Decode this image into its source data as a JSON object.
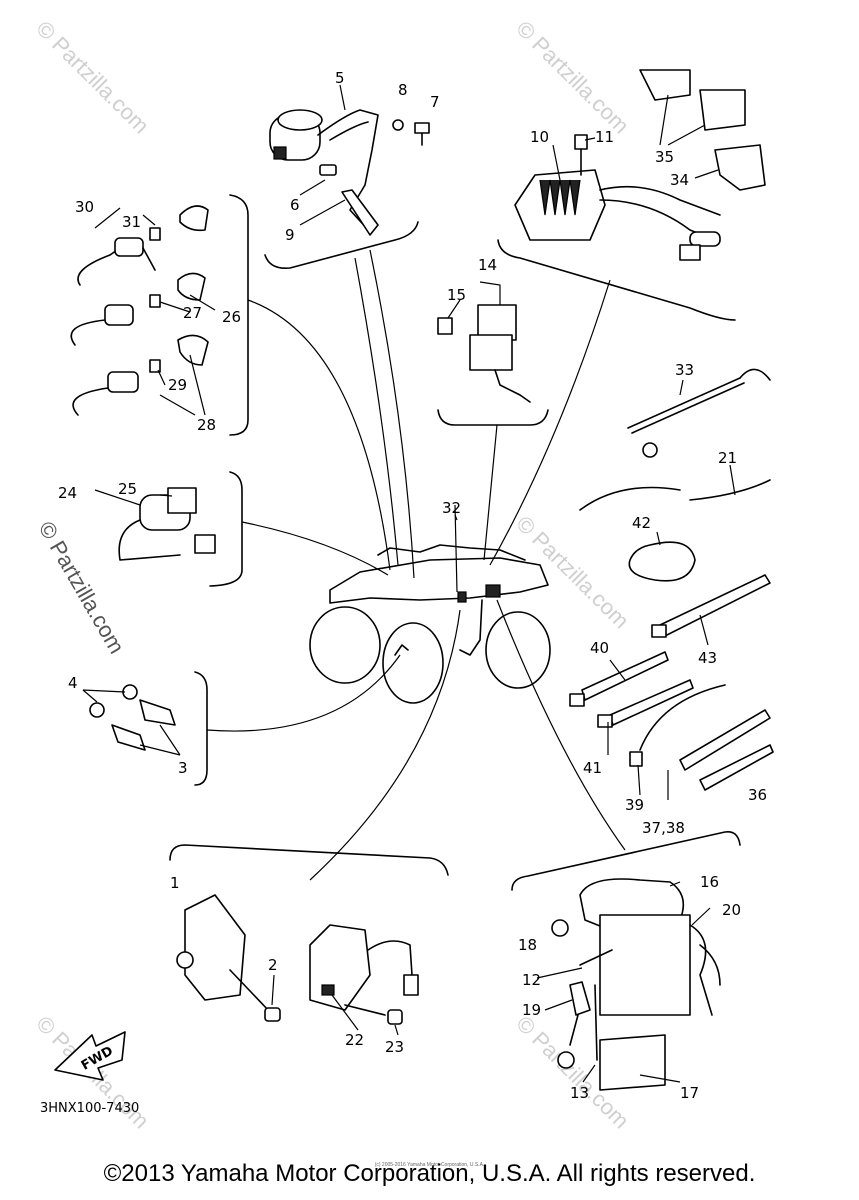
{
  "diagram": {
    "part_labels": {
      "p1": "1",
      "p2": "2",
      "p3": "3",
      "p4": "4",
      "p5": "5",
      "p6": "6",
      "p7": "7",
      "p8": "8",
      "p9": "9",
      "p10": "10",
      "p11": "11",
      "p12": "12",
      "p13": "13",
      "p14": "14",
      "p15": "15",
      "p16": "16",
      "p17": "17",
      "p18": "18",
      "p19": "19",
      "p20": "20",
      "p21": "21",
      "p22": "22",
      "p23": "23",
      "p24": "24",
      "p25": "25",
      "p26": "26",
      "p27": "27",
      "p28": "28",
      "p29": "29",
      "p30": "30",
      "p31": "31",
      "p32": "32",
      "p33": "33",
      "p34": "34",
      "p35": "35",
      "p36": "36",
      "p3738": "37,38",
      "p39": "39",
      "p40": "40",
      "p41": "41",
      "p42": "42",
      "p43": "43"
    },
    "fwd_label": "FWD",
    "diagram_code": "3HNX100-7430",
    "watermark": "© Partzilla.com"
  },
  "footer": {
    "copyright": "©2013 Yamaha Motor Corporation, U.S.A. All rights reserved.",
    "fineprint": "(c) 2005-2016 Yamaha Motor Corporation, U.S.A."
  }
}
